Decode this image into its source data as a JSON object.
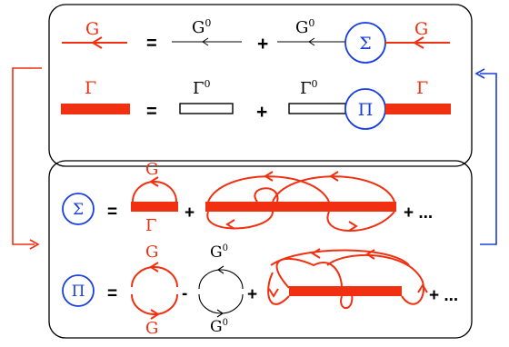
{
  "colors": {
    "red": "#f03010",
    "blue": "#1a3ee0",
    "black": "#000000"
  },
  "top_box": {
    "row1": {
      "lhs": "G",
      "equals": "=",
      "term1": "G",
      "term1_sup": "0",
      "plus": "+",
      "term2": "G",
      "term2_sup": "0",
      "circle": "Σ",
      "term2_tail": "G"
    },
    "row2": {
      "lhs": "Γ",
      "equals": "=",
      "term1": "Γ",
      "term1_sup": "0",
      "plus": "+",
      "term2": "Γ",
      "term2_sup": "0",
      "circle": "Π",
      "term2_tail": "Γ"
    }
  },
  "bottom_box": {
    "row1": {
      "circle": "Σ",
      "equals": "=",
      "top_label": "G",
      "bottom_label": "Γ",
      "plus": "+",
      "ellipsis": "+ ..."
    },
    "row2": {
      "circle": "Π",
      "equals": "=",
      "red_top": "G",
      "red_bottom": "G",
      "minus": "-",
      "black_top": "G",
      "black_top_sup": "0",
      "black_bottom": "G",
      "black_bottom_sup": "0",
      "plus": "+",
      "ellipsis": "+ ..."
    }
  }
}
